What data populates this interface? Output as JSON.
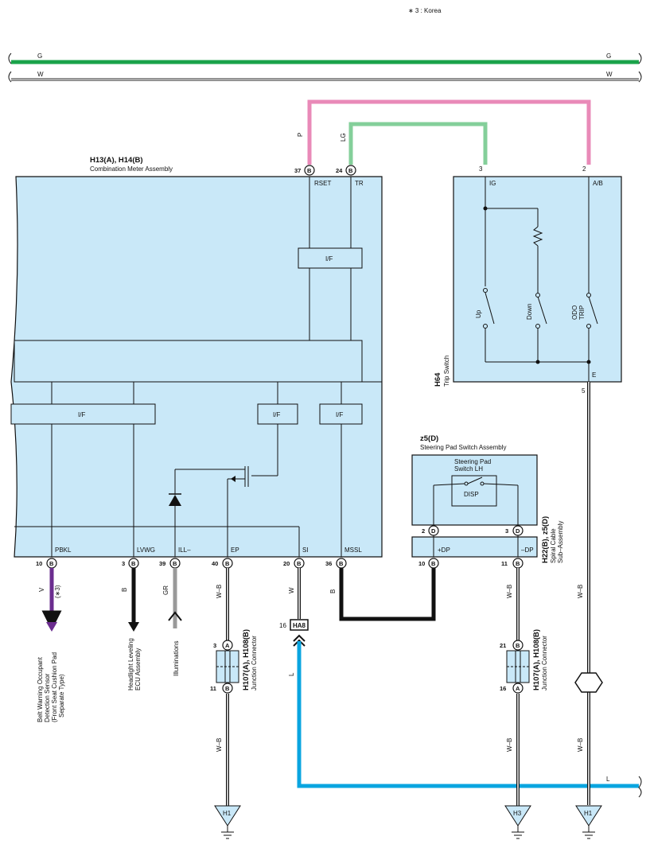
{
  "note": "∗ 3 : Korea",
  "bus": {
    "g_label": "G",
    "w_label": "W"
  },
  "meter": {
    "code": "H13(A), H14(B)",
    "name": "Combination Meter Assembly",
    "if_label": "I/F",
    "top_terms": [
      "RSET",
      "TR"
    ],
    "bottom_terms": [
      "PBKL",
      "LVWG",
      "ILL–",
      "EP",
      "SI",
      "MSSL"
    ]
  },
  "pins": {
    "p37": "37",
    "p24": "24",
    "pB": "B",
    "p10": "10",
    "p3": "3",
    "p39": "39",
    "p40": "40",
    "p20": "20",
    "p36": "36",
    "p3t": "3",
    "p2t": "2",
    "p5": "5",
    "p2D": "2",
    "p3D": "3",
    "pD": "D",
    "p10b": "10",
    "p11b": "11",
    "jA3": "3",
    "jA": "A",
    "jB11": "11",
    "jB21": "21",
    "jA16": "16",
    "p16": "16"
  },
  "wires": {
    "P": "P",
    "LG": "LG",
    "V": "V",
    "V_note": "(∗3)",
    "B": "B",
    "GR": "GR",
    "WB": "W–B",
    "W": "W",
    "L": "L"
  },
  "trip": {
    "code": "H64",
    "name": "Trip Switch",
    "terms": [
      "IG",
      "A/B",
      "E"
    ],
    "switches": [
      "Up",
      "Down",
      "ODO",
      "TRIP"
    ]
  },
  "pad": {
    "code": "z5(D)",
    "name": "Steering Pad Switch Assembly",
    "sub_l1": "Steering Pad",
    "sub_l2": "Switch LH",
    "disp": "DISP"
  },
  "spiral": {
    "code": "H22(B), z5(D)",
    "name_l1": "Spiral Cable",
    "name_l2": "Sub–Assembly",
    "terms": [
      "+DP",
      "–DP"
    ]
  },
  "junction": {
    "code": "H107(A), H108(B)",
    "name": "Junction Connector"
  },
  "ha8": "HA8",
  "grounds": [
    "H1",
    "H3",
    "H1"
  ],
  "dest": {
    "belt": [
      "Belt Warning Occupant",
      "Detection Sensor",
      "(Front Seat Cushion Pad",
      "Separate Type)"
    ],
    "headlight": [
      "Headlight Leveling",
      "ECU Assembly"
    ],
    "illum": "Illuminations"
  },
  "colors": {
    "green": "#1aa34a",
    "pink": "#e98ab8",
    "lightgreen": "#84cf9a",
    "purple": "#6b2d8f",
    "blue": "#0aa5e0",
    "box": "#c9e8f8",
    "gray": "#999999"
  }
}
